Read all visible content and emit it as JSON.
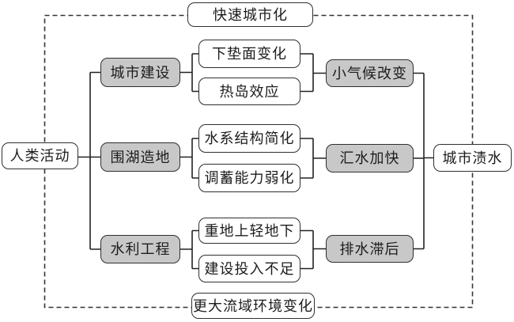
{
  "diagram": {
    "title_top": "快速城市化",
    "title_bottom": "更大流域环境变化",
    "source_label": "人类活动",
    "outcome_label": "城市渍水",
    "groups": [
      {
        "cause": "城市建设",
        "effects": [
          "下垫面变化",
          "热岛效应"
        ],
        "result": "小气候改变"
      },
      {
        "cause": "围湖造地",
        "effects": [
          "水系结构简化",
          "调蓄能力弱化"
        ],
        "result": "汇水加快"
      },
      {
        "cause": "水利工程",
        "effects": [
          "重地上轻地下",
          "建设投入不足"
        ],
        "result": "排水滞后"
      }
    ],
    "colors": {
      "cause_result_fill": "#c8c8c8",
      "effect_fill": "#ffffff",
      "box_border": "#2f2f2f",
      "connector": "#222222",
      "dashed_frame": "#333333",
      "background": "#ffffff"
    }
  }
}
